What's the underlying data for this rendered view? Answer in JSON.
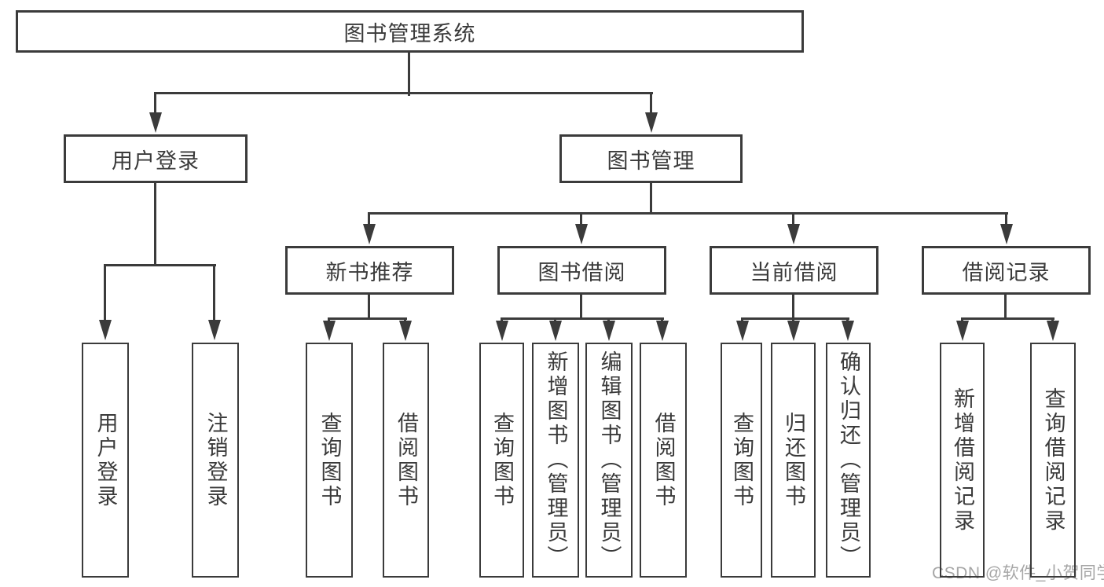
{
  "tree": {
    "label": "图书管理系统",
    "children": [
      {
        "label": "用户登录",
        "children": [
          {
            "label": "用户登录"
          },
          {
            "label": "注销登录"
          }
        ]
      },
      {
        "label": "图书管理",
        "children": [
          {
            "label": "新书推荐",
            "children": [
              {
                "label": "查询图书"
              },
              {
                "label": "借阅图书"
              }
            ]
          },
          {
            "label": "图书借阅",
            "children": [
              {
                "label": "查询图书"
              },
              {
                "label": "新增图书（管理员）"
              },
              {
                "label": "编辑图书（管理员）"
              },
              {
                "label": "借阅图书"
              }
            ]
          },
          {
            "label": "当前借阅",
            "children": [
              {
                "label": "查询图书"
              },
              {
                "label": "归还图书"
              },
              {
                "label": "确认归还（管理员）"
              }
            ]
          },
          {
            "label": "借阅记录",
            "children": [
              {
                "label": "新增借阅记录"
              },
              {
                "label": "查询借阅记录"
              }
            ]
          }
        ]
      }
    ]
  },
  "watermark": "CSDN @软件_小贺同学",
  "colors": {
    "line": "#3b3b3b",
    "text": "#3a3a3a",
    "watermark": "#a6a6a6",
    "background": "#ffffff"
  }
}
